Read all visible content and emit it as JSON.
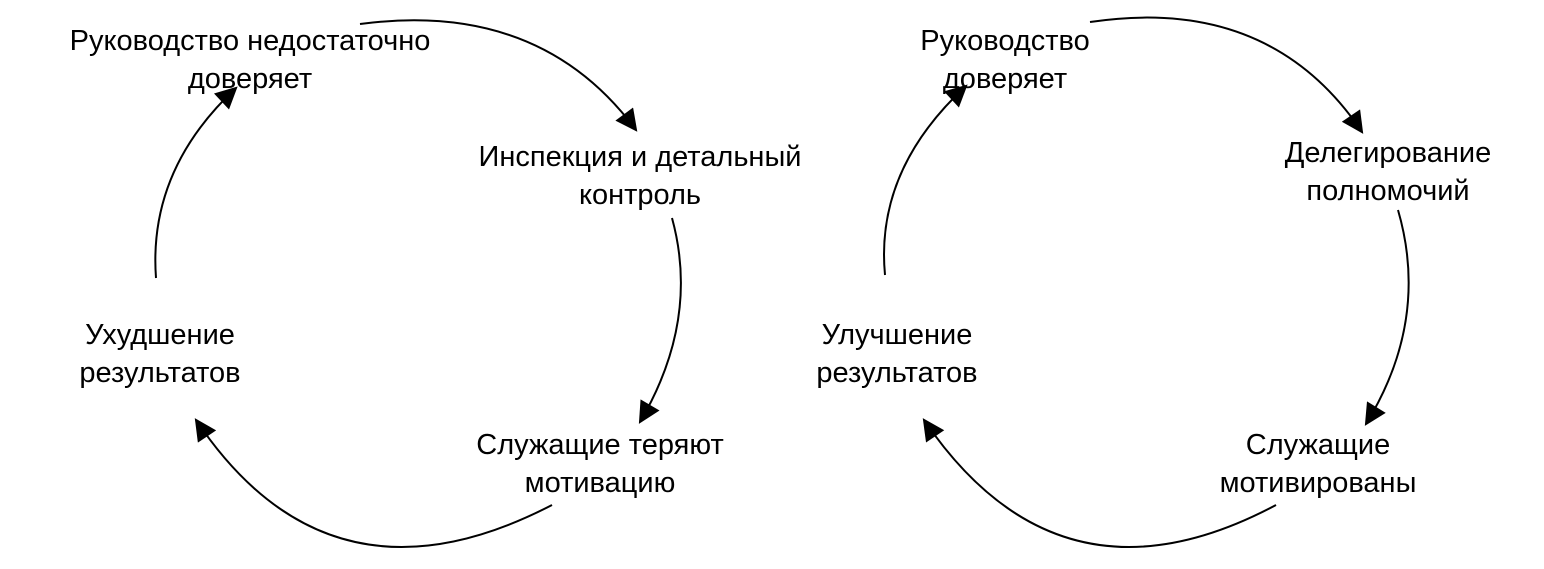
{
  "colors": {
    "ink": "#000000",
    "background": "#ffffff"
  },
  "cycles": [
    {
      "nodes": {
        "top": {
          "line1": "Руководство недостаточно",
          "line2": "доверяет"
        },
        "right": {
          "line1": "Инспекция и детальный",
          "line2": "контроль"
        },
        "bottom": {
          "line1": "Служащие теряют",
          "line2": "мотивацию"
        },
        "left": {
          "line1": "Ухудшение",
          "line2": "результатов"
        }
      }
    },
    {
      "nodes": {
        "top": {
          "line1": "Руководство",
          "line2": "доверяет"
        },
        "right": {
          "line1": "Делегирование",
          "line2": "полномочий"
        },
        "bottom": {
          "line1": "Служащие",
          "line2": "мотивированы"
        },
        "left": {
          "line1": "Улучшение",
          "line2": "результатов"
        }
      }
    }
  ]
}
